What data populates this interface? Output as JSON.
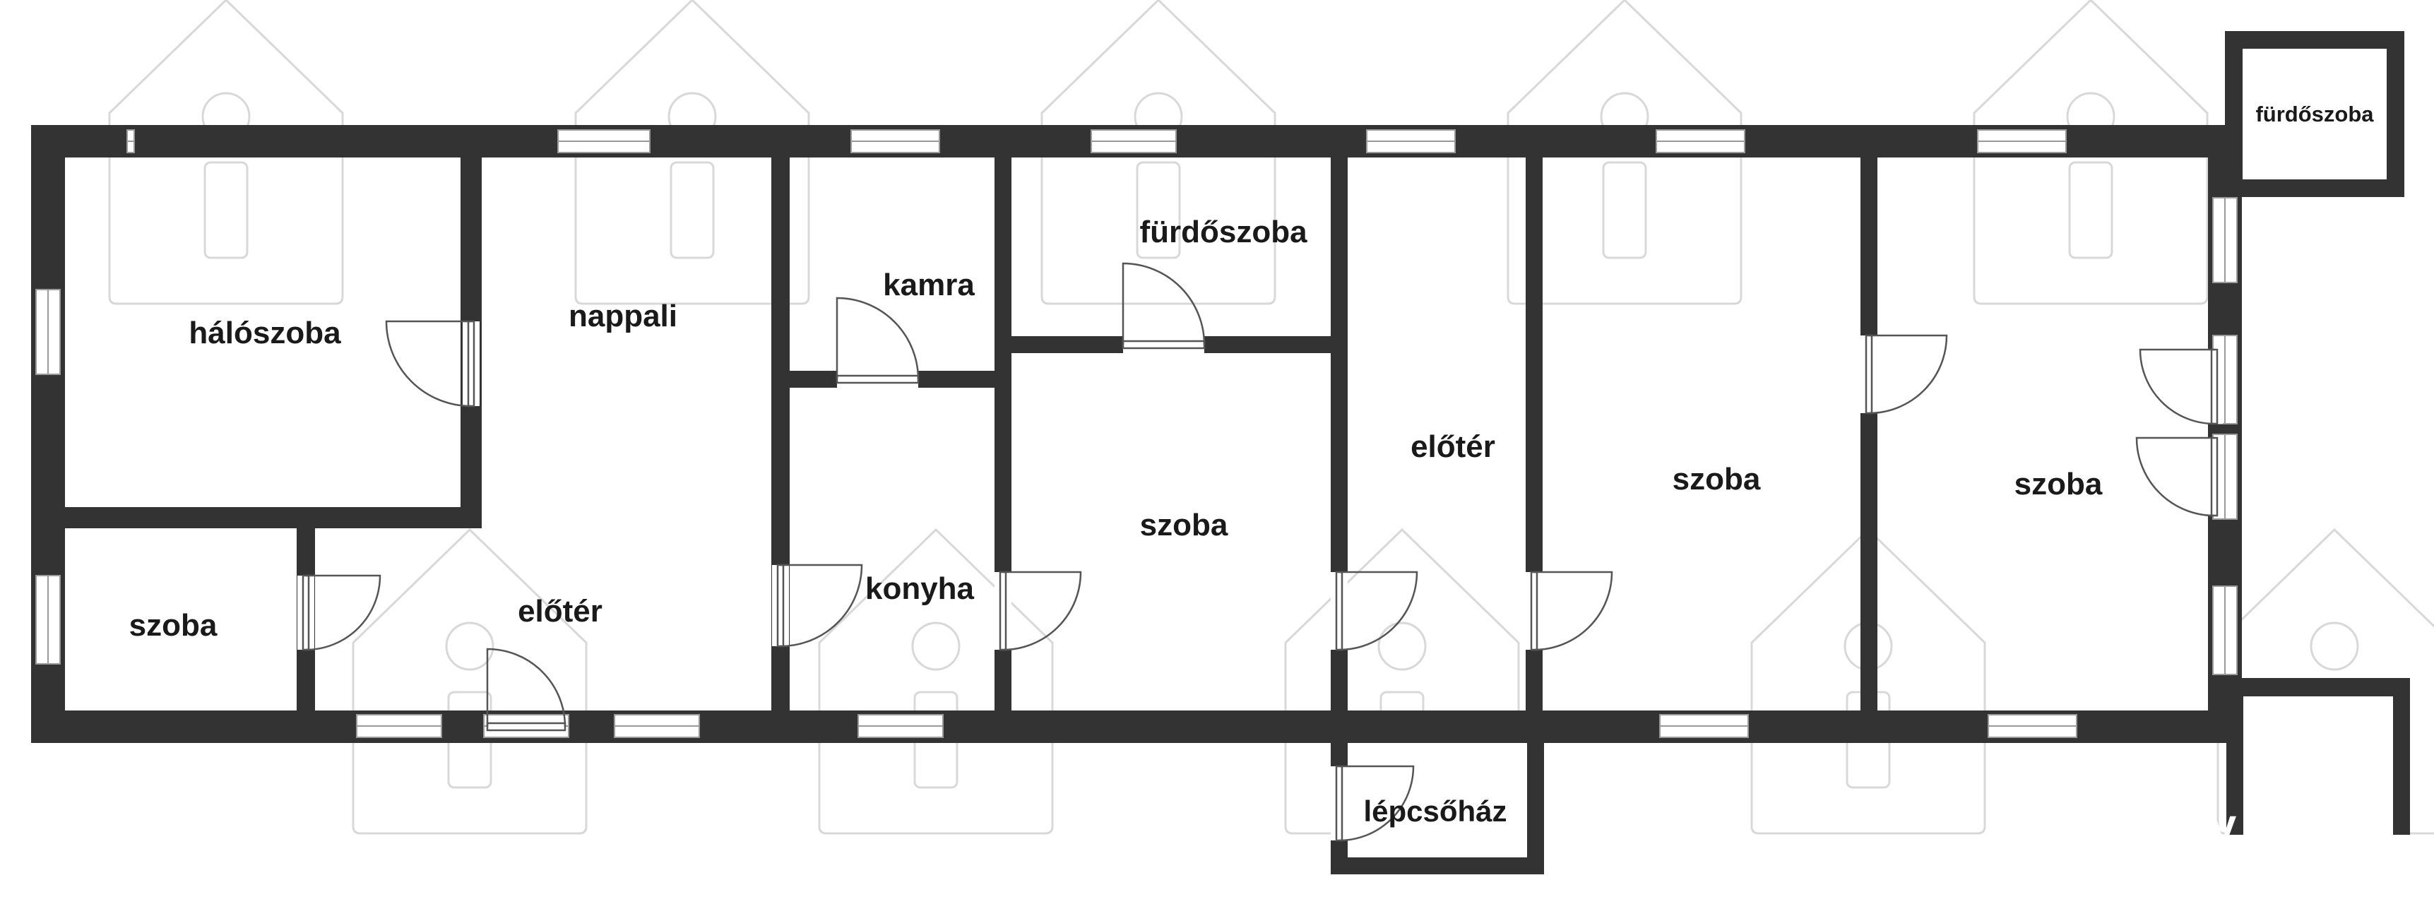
{
  "plan": {
    "rooms": [
      {
        "id": "halo",
        "label": "hálószoba"
      },
      {
        "id": "nappali",
        "label": "nappali"
      },
      {
        "id": "kamra",
        "label": "kamra"
      },
      {
        "id": "furdo1",
        "label": "fürdőszoba"
      },
      {
        "id": "furdo2",
        "label": "fürdőszoba"
      },
      {
        "id": "szoba1",
        "label": "szoba"
      },
      {
        "id": "eloter1",
        "label": "előtér"
      },
      {
        "id": "konyha",
        "label": "konyha"
      },
      {
        "id": "szoba2",
        "label": "szoba"
      },
      {
        "id": "eloter2",
        "label": "előtér"
      },
      {
        "id": "szoba3",
        "label": "szoba"
      },
      {
        "id": "szoba4",
        "label": "szoba"
      },
      {
        "id": "lepcso",
        "label": "lépcsőház"
      }
    ],
    "watermark": "VÁROSI",
    "colors": {
      "wall": "#333333",
      "window": "#9a9a9a",
      "background": "#ffffff"
    }
  }
}
